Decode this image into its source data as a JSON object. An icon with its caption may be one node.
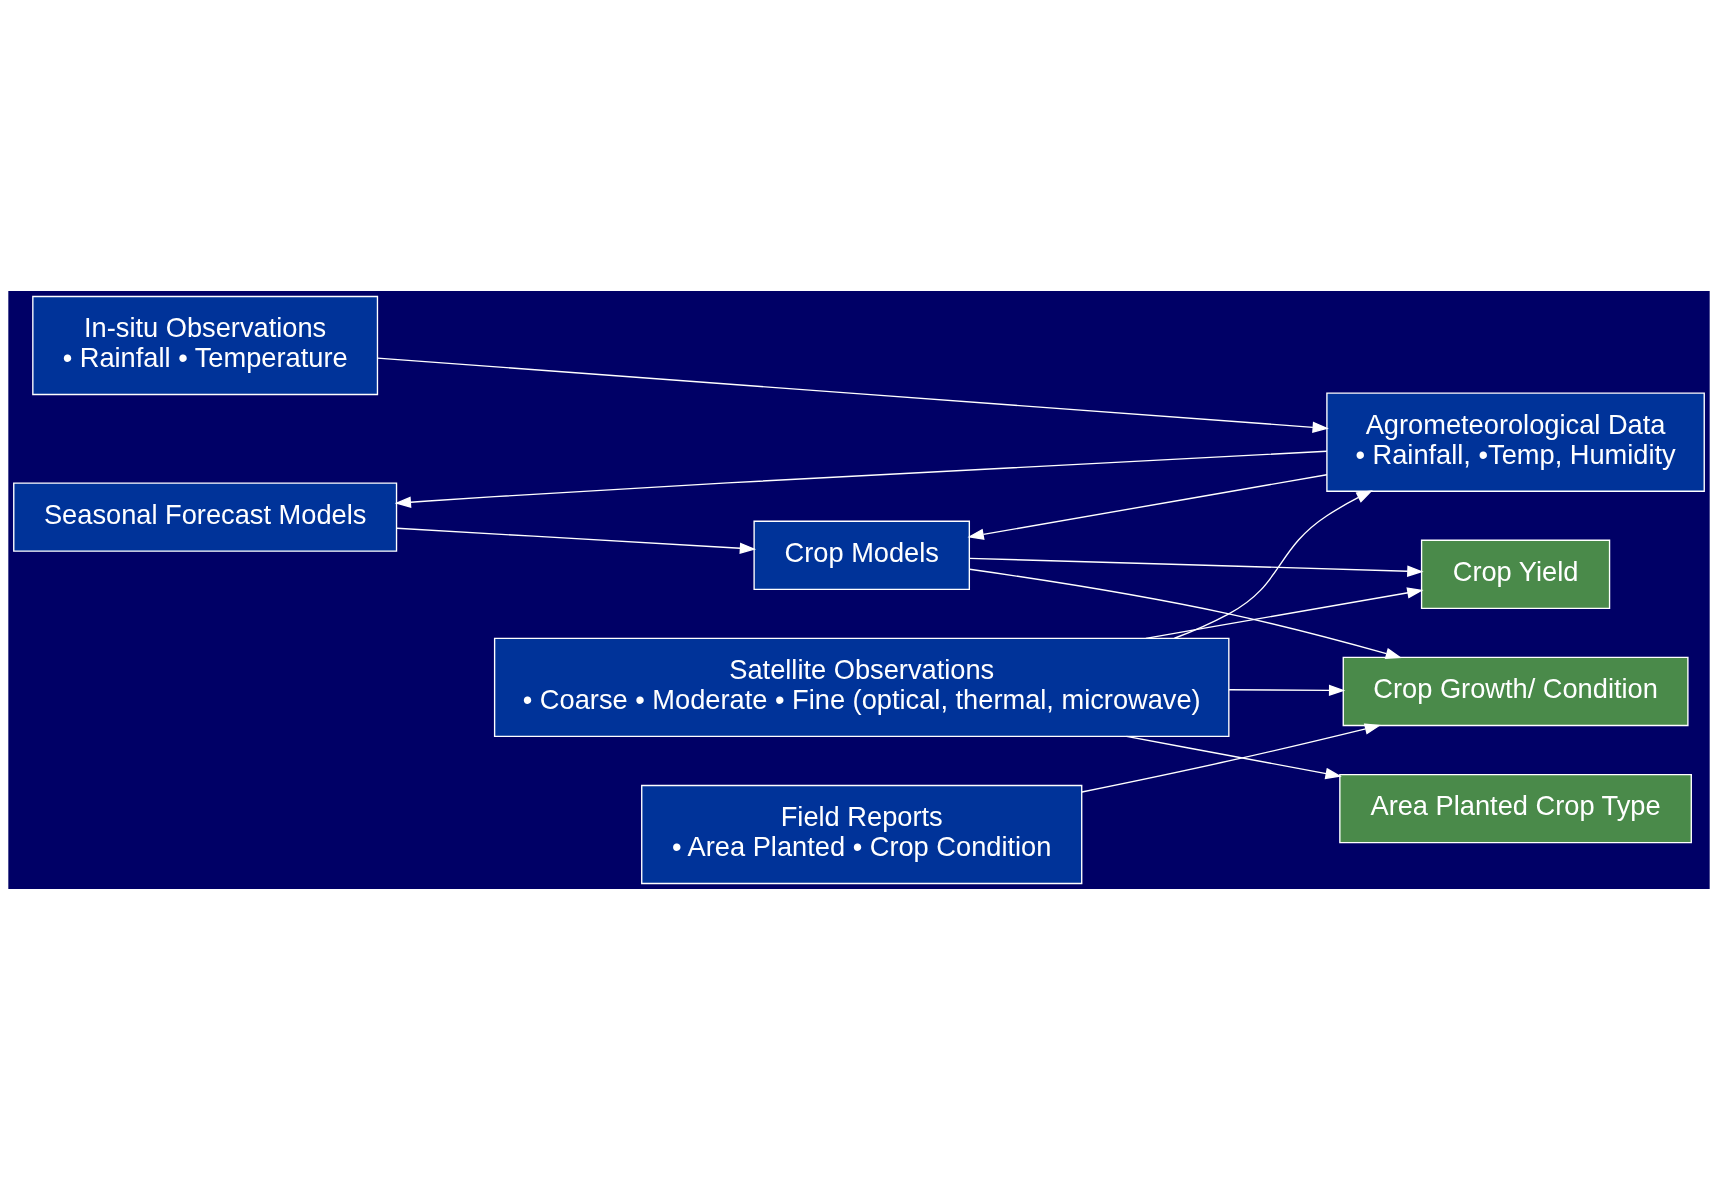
{
  "diagram": {
    "nodes": [
      {
        "text": [
          "Seasonal Forecast Models"
        ]
      },
      {
        "text": [
          "Satellite Observations",
          "• Coarse • Moderate • Fine (optical, thermal, microwave)"
        ]
      },
      {
        "text": [
          "Area Planted Crop Type"
        ]
      },
      {
        "text": [
          "Agrometeorological Data",
          "• Rainfall, •Temp, Humidity"
        ]
      },
      {
        "text": [
          "Crop Models"
        ]
      },
      {
        "text": [
          "Crop Growth/ Condition"
        ]
      },
      {
        "text": [
          "In-situ Observations",
          "• Rainfall • Temperature"
        ]
      },
      {
        "text": [
          "Field Reports",
          "• Area Planted • Crop Condition"
        ]
      },
      {
        "text": [
          "Crop Yield"
        ]
      }
    ],
    "edges": [
      {
        "from": 3,
        "to": 0,
        "arrow": "to"
      },
      {
        "from": 0,
        "to": 4,
        "arrow": "to"
      },
      {
        "from": 1,
        "to": 3,
        "arrow": "to"
      },
      {
        "from": 1,
        "to": 2,
        "arrow": "to"
      },
      {
        "from": 1,
        "to": 5,
        "arrow": "to"
      },
      {
        "from": 1,
        "to": 8,
        "arrow": "to"
      },
      {
        "from": 3,
        "to": 4,
        "arrow": "to"
      },
      {
        "from": 4,
        "to": 5,
        "arrow": "to"
      },
      {
        "from": 4,
        "to": 8,
        "arrow": "to"
      },
      {
        "from": 7,
        "to": 5,
        "arrow": "to"
      },
      {
        "from": 6,
        "to": 3,
        "arrow": "to"
      }
    ]
  }
}
